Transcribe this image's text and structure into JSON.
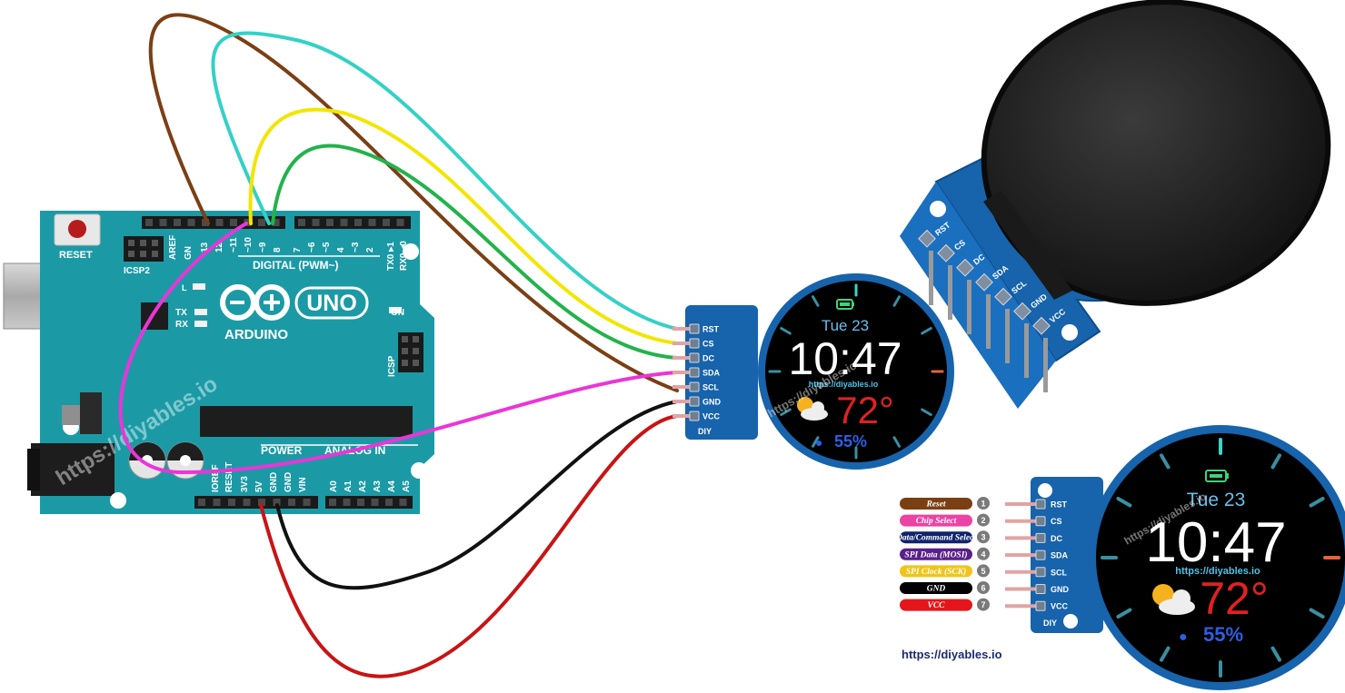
{
  "arduino": {
    "reset": "RESET",
    "icsp2": "ICSP2",
    "icsp": "ICSP",
    "digital": "DIGITAL (PWM~)",
    "brand": "ARDUINO",
    "model": "UNO",
    "on": "ON",
    "power": "POWER",
    "analog": "ANALOG IN",
    "led_l": "L",
    "led_tx": "TX",
    "led_rx": "RX",
    "tx0": "TX0 ▸1",
    "rx0": "RX0 ◂0",
    "top_pins": [
      "AREF",
      "GN",
      "13",
      "12",
      "~11",
      "~10",
      "~9",
      "8",
      "7",
      "~6",
      "~5",
      "4",
      "~3",
      "2"
    ],
    "power_pins": [
      "IOREF",
      "RESET",
      "3V3",
      "5V",
      "GND",
      "GND",
      "VIN"
    ],
    "analog_pins": [
      "A0",
      "A1",
      "A2",
      "A3",
      "A4",
      "A5"
    ],
    "watermark": "https://diyables.io"
  },
  "module_pins": [
    "RST",
    "CS",
    "DC",
    "SDA",
    "SCL",
    "GND",
    "VCC"
  ],
  "display": {
    "day": "Tue 23",
    "time": "10:47",
    "url": "https://diyables.io",
    "temp": "72°",
    "humidity": "55%"
  },
  "brand_small": "DIY",
  "legend": [
    {
      "label": "Reset",
      "num": "1",
      "color": "#7b3f14"
    },
    {
      "label": "Chip Select",
      "num": "2",
      "color": "#ea43a4"
    },
    {
      "label": "Data/Command Select",
      "num": "3",
      "color": "#10246b"
    },
    {
      "label": "SPI Data (MOSI)",
      "num": "4",
      "color": "#5a1f8a"
    },
    {
      "label": "SPI Clock (SCK)",
      "num": "5",
      "color": "#f2c418"
    },
    {
      "label": "GND",
      "num": "6",
      "color": "#000000"
    },
    {
      "label": "VCC",
      "num": "7",
      "color": "#e4161b"
    }
  ],
  "site": "https://diyables.io",
  "colors": {
    "board": "#1b9aa6",
    "pcb_blue": "#1763ac",
    "wire_brown": "#7b3f14",
    "wire_cyan": "#33d1c6",
    "wire_yellow": "#f2e600",
    "wire_green": "#22b34b",
    "wire_magenta": "#ea35d8",
    "wire_black": "#111111",
    "wire_red": "#c81414"
  }
}
